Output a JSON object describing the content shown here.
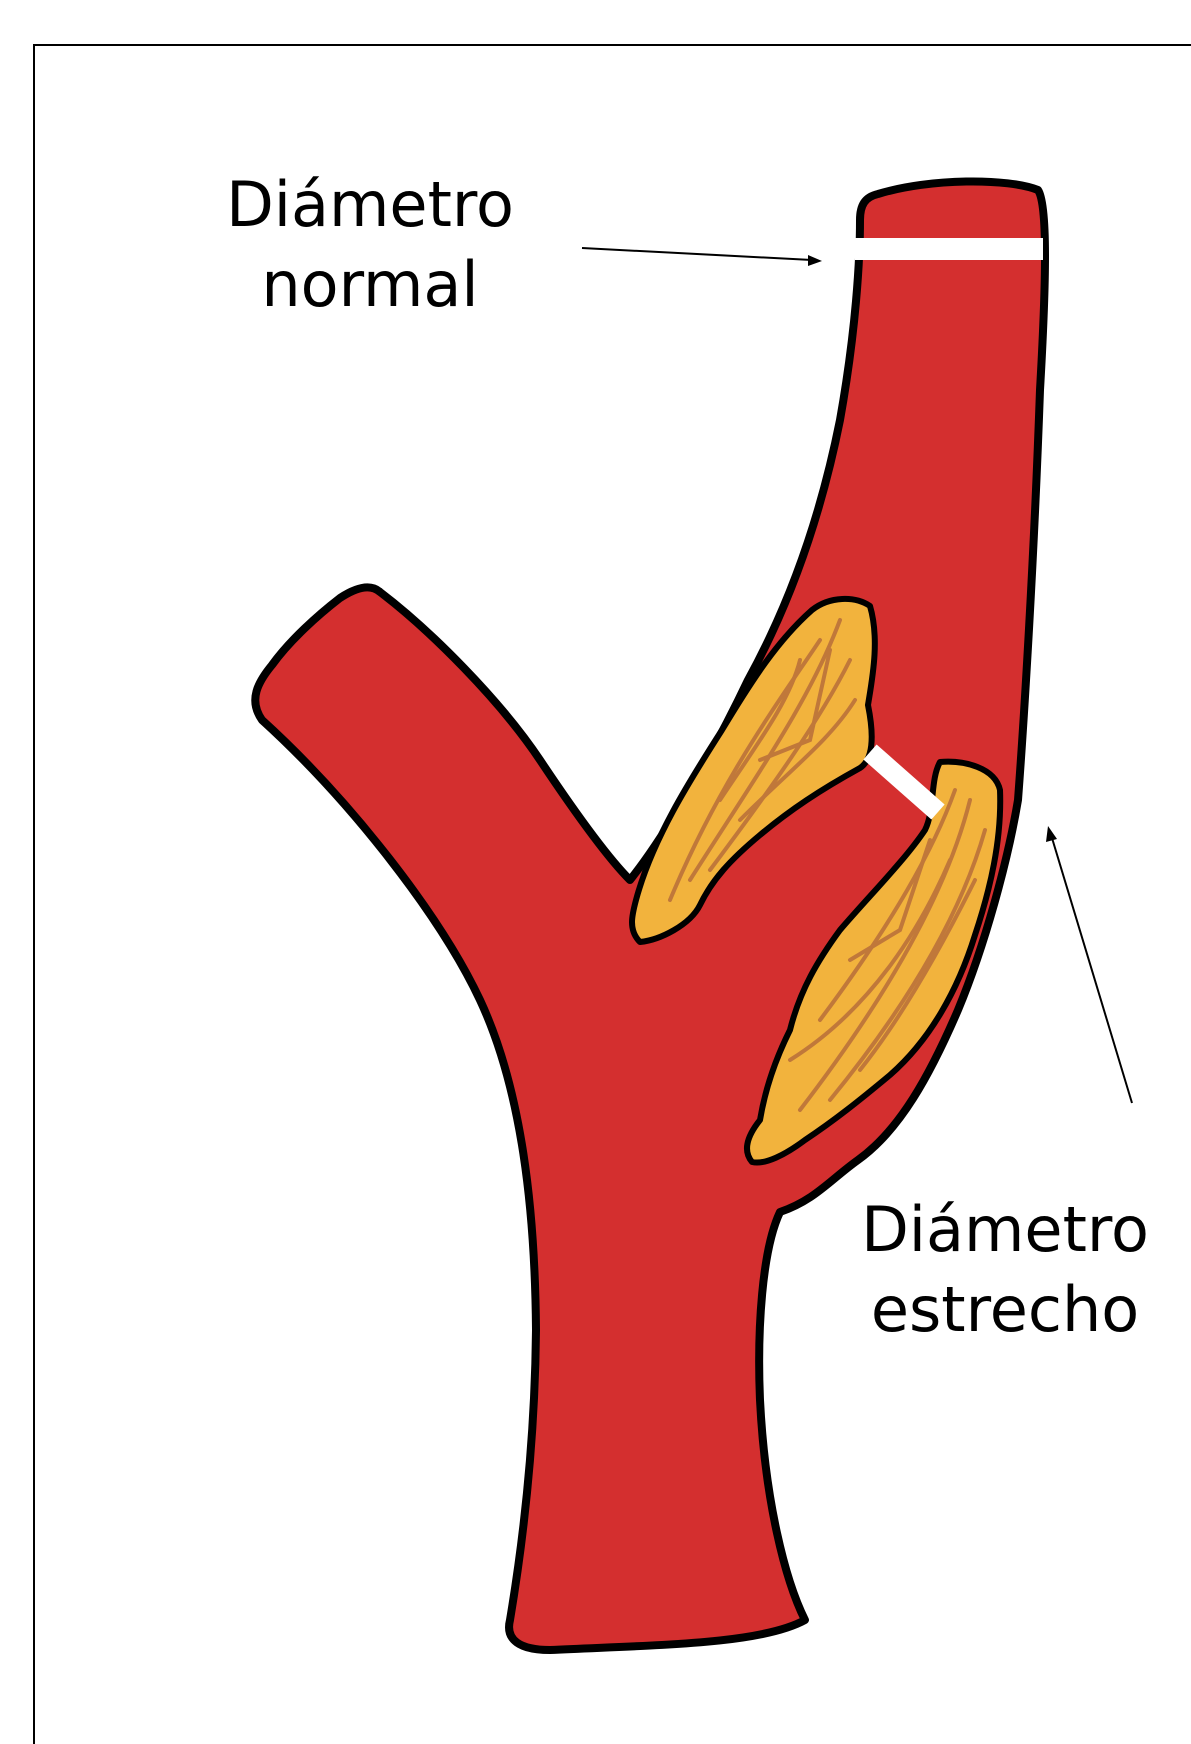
{
  "labels": {
    "normal": {
      "line1": "Diámetro",
      "line2": "normal"
    },
    "narrow": {
      "line1": "Diámetro",
      "line2": "estrecho"
    }
  },
  "colors": {
    "vessel": "#D42F2F",
    "plaque": "#F2B33D",
    "plaque_streaks": "#C0783A",
    "outline": "#000000",
    "diameter_marker": "#FFFFFF"
  }
}
